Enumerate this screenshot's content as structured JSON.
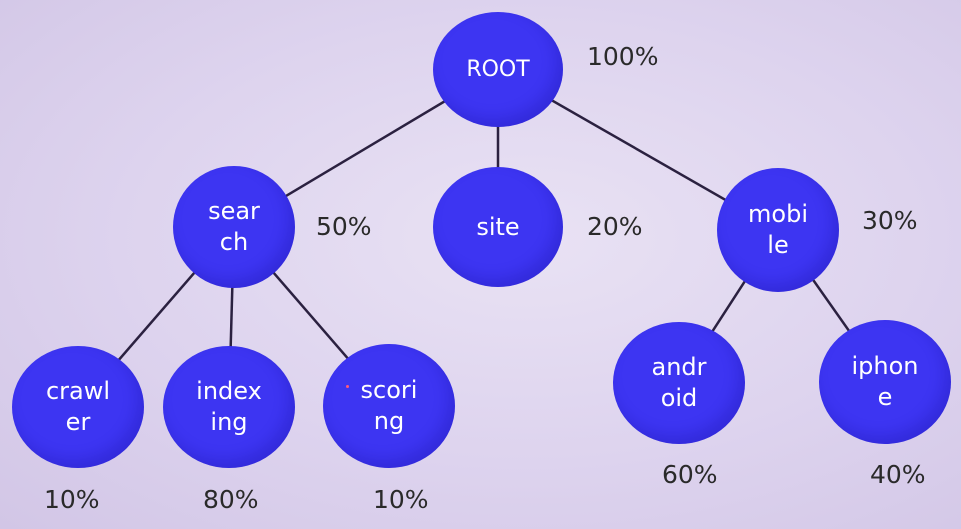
{
  "nodes": {
    "root": {
      "label": "ROOT",
      "percent": "100%"
    },
    "search": {
      "label": "sear\nch",
      "percent": "50%"
    },
    "site": {
      "label": "site",
      "percent": "20%"
    },
    "mobile": {
      "label": "mobi\nle",
      "percent": "30%"
    },
    "crawler": {
      "label": "crawl\ner",
      "percent": "10%"
    },
    "indexing": {
      "label": "index\ning",
      "percent": "80%"
    },
    "scoring": {
      "label": "scori\nng",
      "percent": "10%"
    },
    "android": {
      "label": "andr\noid",
      "percent": "60%"
    },
    "iphone": {
      "label": "iphon\ne",
      "percent": "40%"
    }
  },
  "edges": [
    [
      "root",
      "search"
    ],
    [
      "root",
      "site"
    ],
    [
      "root",
      "mobile"
    ],
    [
      "search",
      "crawler"
    ],
    [
      "search",
      "indexing"
    ],
    [
      "search",
      "scoring"
    ],
    [
      "mobile",
      "android"
    ],
    [
      "mobile",
      "iphone"
    ]
  ],
  "colors": {
    "node_fill": "#3d35f2",
    "edge": "#2b2140",
    "percent_text": "#2a2a2a"
  }
}
